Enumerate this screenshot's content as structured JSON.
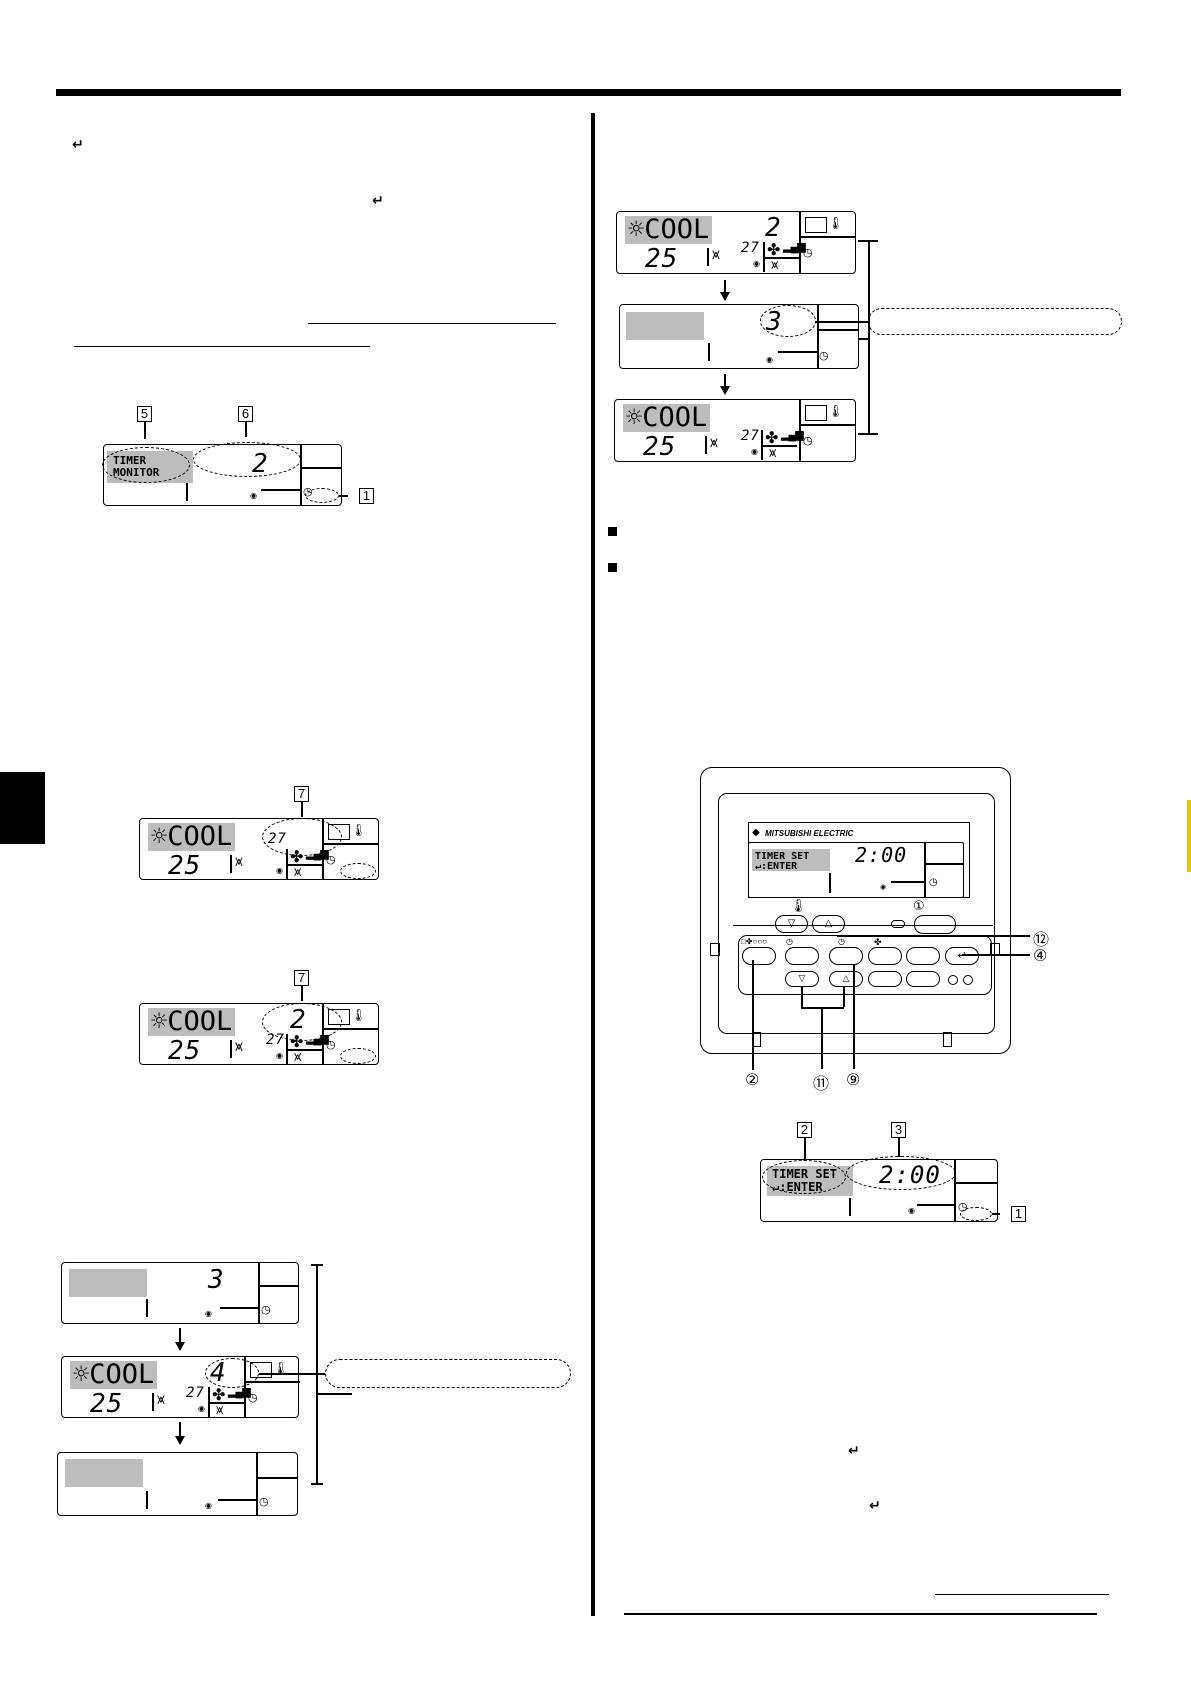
{
  "glyphs": {
    "enter_symbol": "↵",
    "cool_mode": "☼COOL",
    "temp_setting": "25",
    "room_temp": "27",
    "fan_icon": "✤",
    "fan_bars": "▂▄▆",
    "louver_icon": "⩙",
    "thermo_icon": "🌡",
    "clock_icon": "◷",
    "sensor_dot": "◉",
    "remote_arrow": "⇣"
  },
  "left": {
    "callout_labels": {
      "five": "5",
      "six": "6",
      "one": "1",
      "seven_a": "7",
      "seven_b": "7"
    },
    "monitor_lcd": {
      "line1": "TIMER",
      "line2": "MONITOR",
      "value": "2"
    },
    "lcd_b": {
      "value": ""
    },
    "lcd_c": {
      "value": "2"
    },
    "seq_top": {
      "value": "3"
    },
    "seq_mid": {
      "value": "4"
    },
    "seq_bottom": {
      "value": ""
    }
  },
  "right": {
    "seq_top": {
      "value": "2"
    },
    "seq_mid": {
      "value": "3"
    },
    "seq_bottom": {
      "value": ""
    },
    "remote": {
      "brand": "MITSUBISHI ELECTRIC",
      "lcd_line1": "TIMER SET",
      "lcd_line2": "↵:ENTER",
      "lcd_value": "2:00",
      "power_symbol": "①",
      "callouts": {
        "c12": "⑫",
        "c4": "④",
        "c2": "②",
        "c11": "⑪",
        "c9": "⑨"
      }
    },
    "timer_set_lcd": {
      "line1": "TIMER SET",
      "line2": "↵:ENTER",
      "value": "2:00",
      "labels": {
        "two": "2",
        "three": "3",
        "one": "1"
      }
    }
  }
}
